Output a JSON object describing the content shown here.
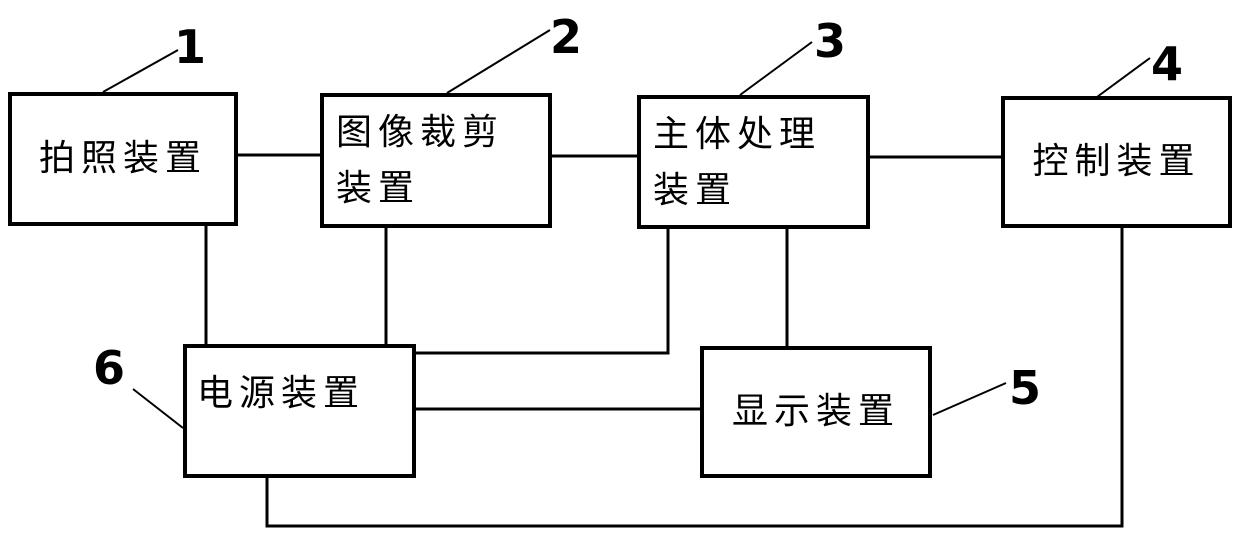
{
  "figure": {
    "type": "patent-block-diagram",
    "colors": {
      "line": "#000000",
      "background": "#ffffff",
      "text": "#000000"
    }
  },
  "boxes": {
    "photo": {
      "lines": [
        "拍照装置"
      ],
      "ref": "1"
    },
    "crop": {
      "lines": [
        "图像裁剪",
        "装置"
      ],
      "ref": "2"
    },
    "processing": {
      "lines": [
        "主体处理",
        "装置"
      ],
      "ref": "3"
    },
    "control": {
      "lines": [
        "控制装置"
      ],
      "ref": "4"
    },
    "display": {
      "lines": [
        "显示装置"
      ],
      "ref": "5"
    },
    "power": {
      "lines": [
        "电源装置"
      ],
      "ref": "6"
    }
  },
  "connections": [
    {
      "from": "photo",
      "to": "crop"
    },
    {
      "from": "crop",
      "to": "processing"
    },
    {
      "from": "processing",
      "to": "control"
    },
    {
      "from": "photo",
      "to": "power"
    },
    {
      "from": "crop",
      "to": "power"
    },
    {
      "from": "power",
      "to": "processing"
    },
    {
      "from": "processing",
      "to": "display"
    },
    {
      "from": "power",
      "to": "display"
    },
    {
      "from": "power",
      "to": "control"
    }
  ]
}
